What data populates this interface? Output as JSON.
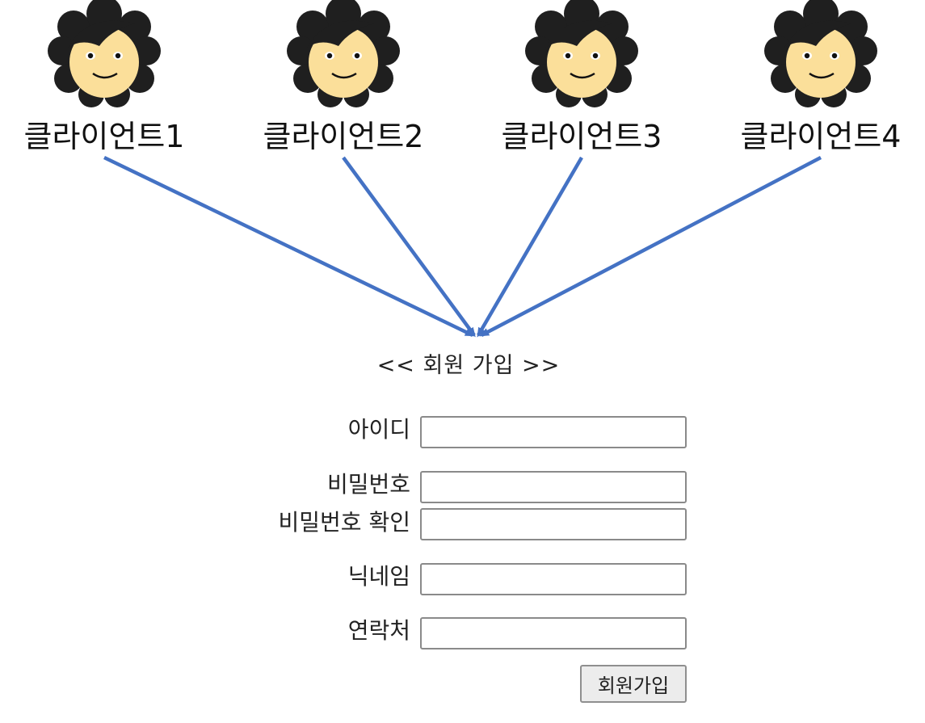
{
  "clients": [
    {
      "label": "클라이언트1"
    },
    {
      "label": "클라이언트2"
    },
    {
      "label": "클라이언트3"
    },
    {
      "label": "클라이언트4"
    }
  ],
  "form": {
    "title": "<< 회원 가입 >>",
    "fields": [
      {
        "label": "아이디",
        "value": ""
      },
      {
        "label": "비밀번호",
        "value": ""
      },
      {
        "label": "비밀번호 확인",
        "value": ""
      },
      {
        "label": "닉네임",
        "value": ""
      },
      {
        "label": "연락처",
        "value": ""
      }
    ],
    "submit_label": "회원가입"
  },
  "colors": {
    "arrow": "#4472c4",
    "hair": "#1f1f1f",
    "skin": "#fbdf9a",
    "eye_white": "#ffffff",
    "pupil": "#111111"
  },
  "icons": [
    "person-face-icon"
  ]
}
